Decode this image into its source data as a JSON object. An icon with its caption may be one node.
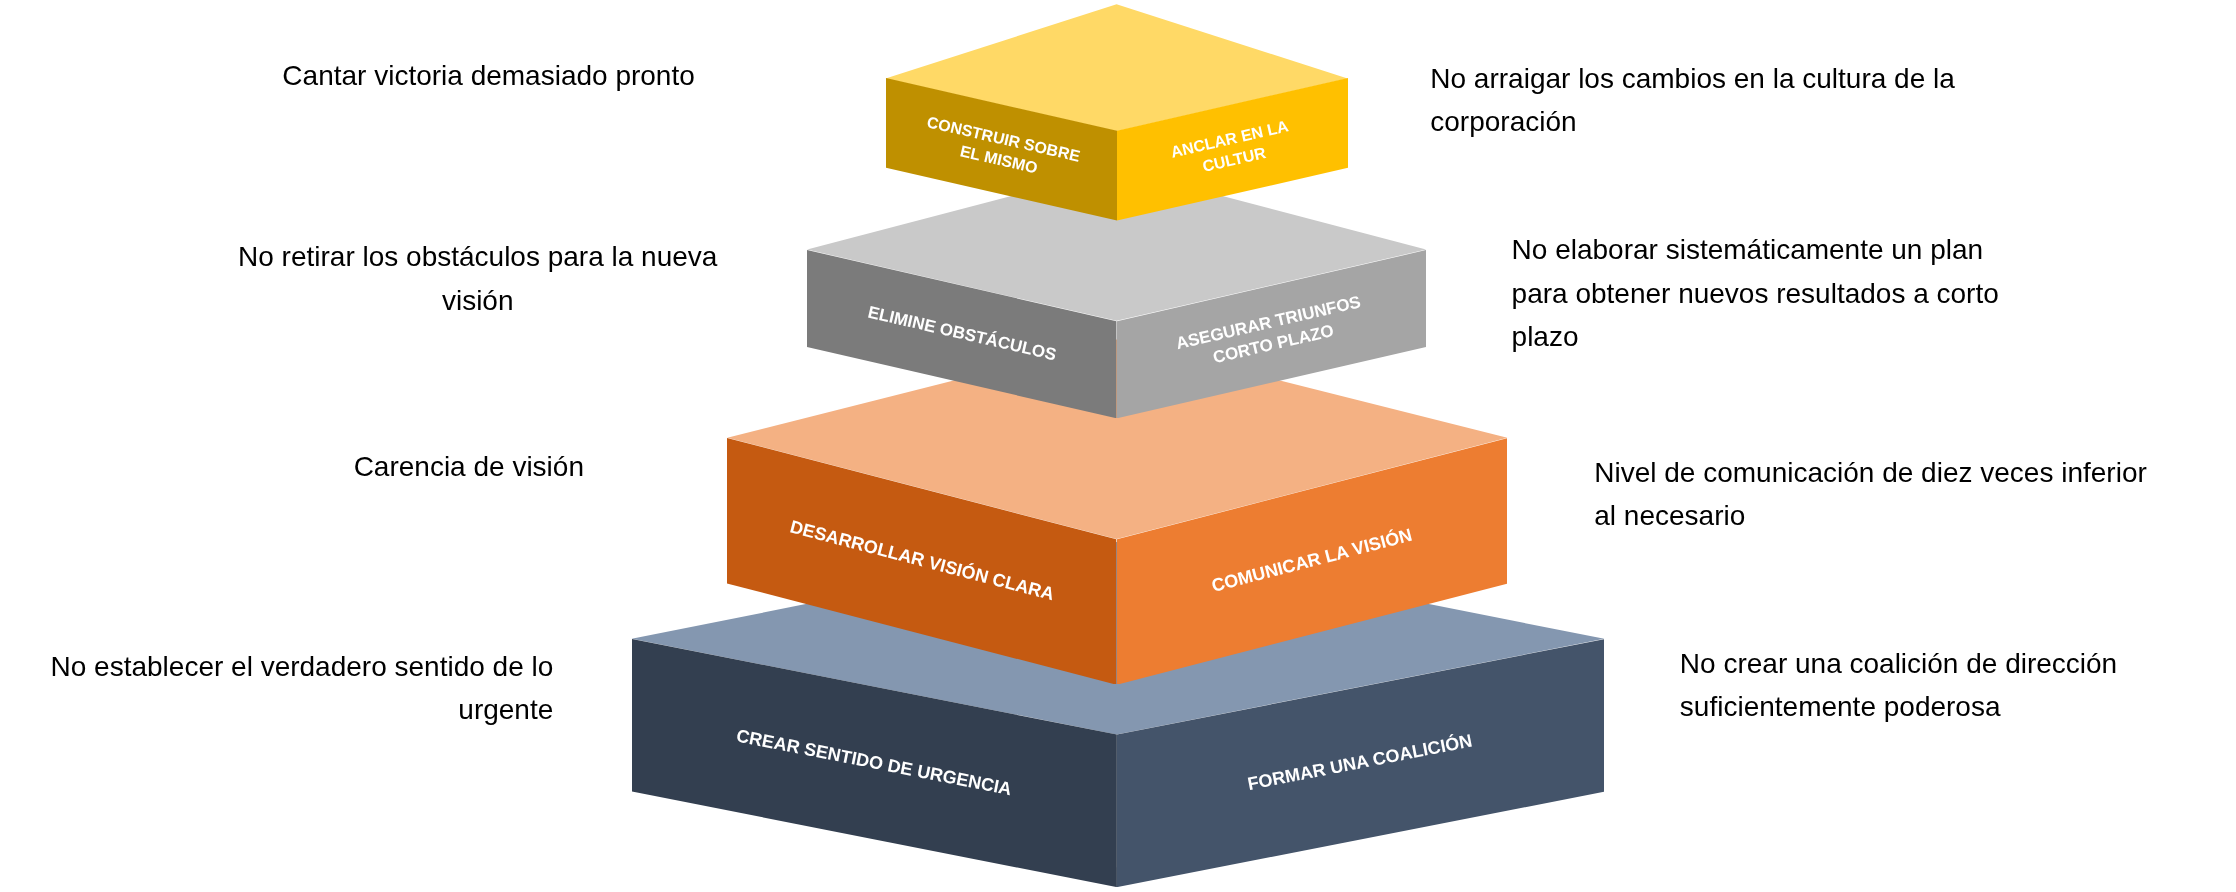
{
  "diagram": {
    "nodes": [
      {
        "text": [
          "CONSTRUIR SOBRE EL MISMO"
        ]
      },
      {
        "text": [
          "ANCLAR EN LA CULTUR"
        ]
      },
      {
        "text": [
          "ELIMINE OBSTÁCULOS"
        ]
      },
      {
        "text": [
          "ASEGURAR TRIUNFOS CORTO PLAZO"
        ]
      },
      {
        "text": [
          "DESARROLLAR VISIÓN CLARA"
        ]
      },
      {
        "text": [
          "COMUNICAR LA VISIÓN"
        ]
      },
      {
        "text": [
          "CREAR SENTIDO DE URGENCIA"
        ]
      },
      {
        "text": [
          "FORMAR UNA COALICIÓN"
        ]
      }
    ],
    "labels": [
      "Cantar victoria demasiado pronto",
      "No arraigar los cambios en la cultura de la corporación",
      "No retirar los obstáculos para la nueva visión",
      "No elaborar sistemáticamente un plan para obtener nuevos resultados a corto plazo",
      "Carencia de visión",
      "Nivel de comunicación de diez veces inferior al necesario",
      "No establecer el verdadero sentido de lo urgente",
      "No crear una coalición de dirección suficientemente poderosa"
    ]
  }
}
